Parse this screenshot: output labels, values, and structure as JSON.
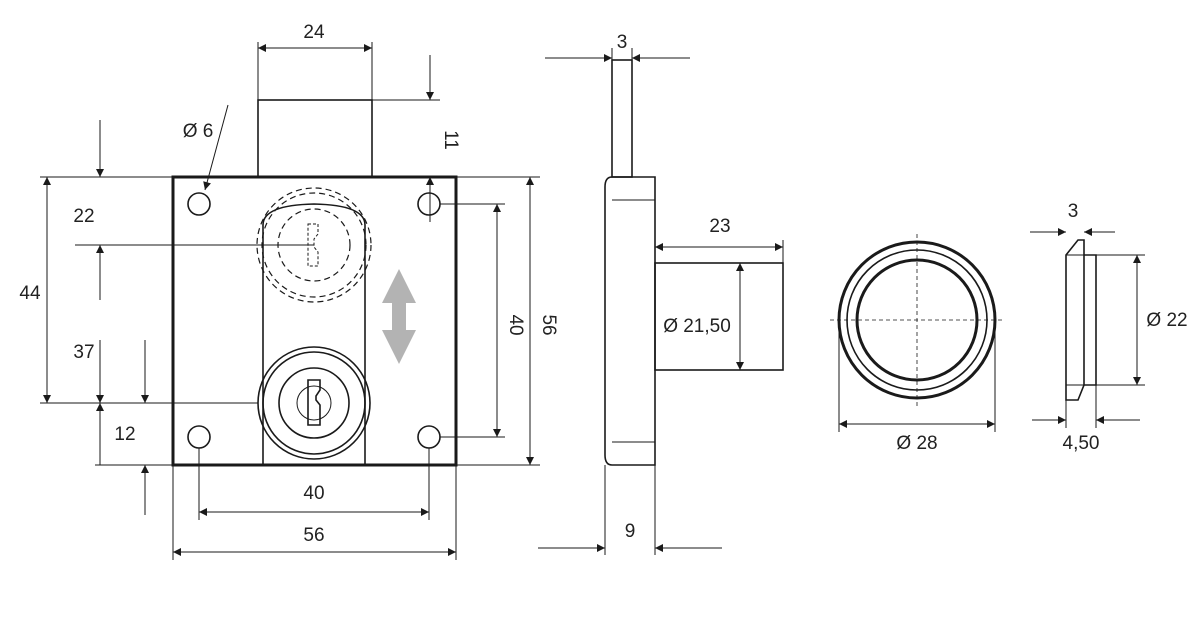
{
  "title": "Cabinet lock dimensional drawing",
  "front_view": {
    "dim_bolt_width": "24",
    "dim_bolt_height": "11",
    "dim_hole_diameter": "Ø 6",
    "dim_top_to_key_upper": "22",
    "dim_total_key_travel": "44",
    "dim_key_travel": "37",
    "dim_bottom_to_key": "12",
    "dim_hole_spacing_vertical": "40",
    "dim_plate_height": "56",
    "dim_hole_spacing_horizontal": "40",
    "dim_plate_width": "56"
  },
  "side_view": {
    "dim_tab_thickness": "3",
    "dim_bolt_length": "23",
    "dim_cylinder_diameter": "Ø 21,50",
    "dim_plate_depth": "9"
  },
  "rosette_view": {
    "dim_outer_diameter": "Ø 28",
    "dim_flange_thickness": "3",
    "dim_inner_diameter": "Ø 22",
    "dim_depth": "4,50"
  },
  "colors": {
    "line": "#1a1a1a",
    "arrow": "#b3b3b3"
  }
}
